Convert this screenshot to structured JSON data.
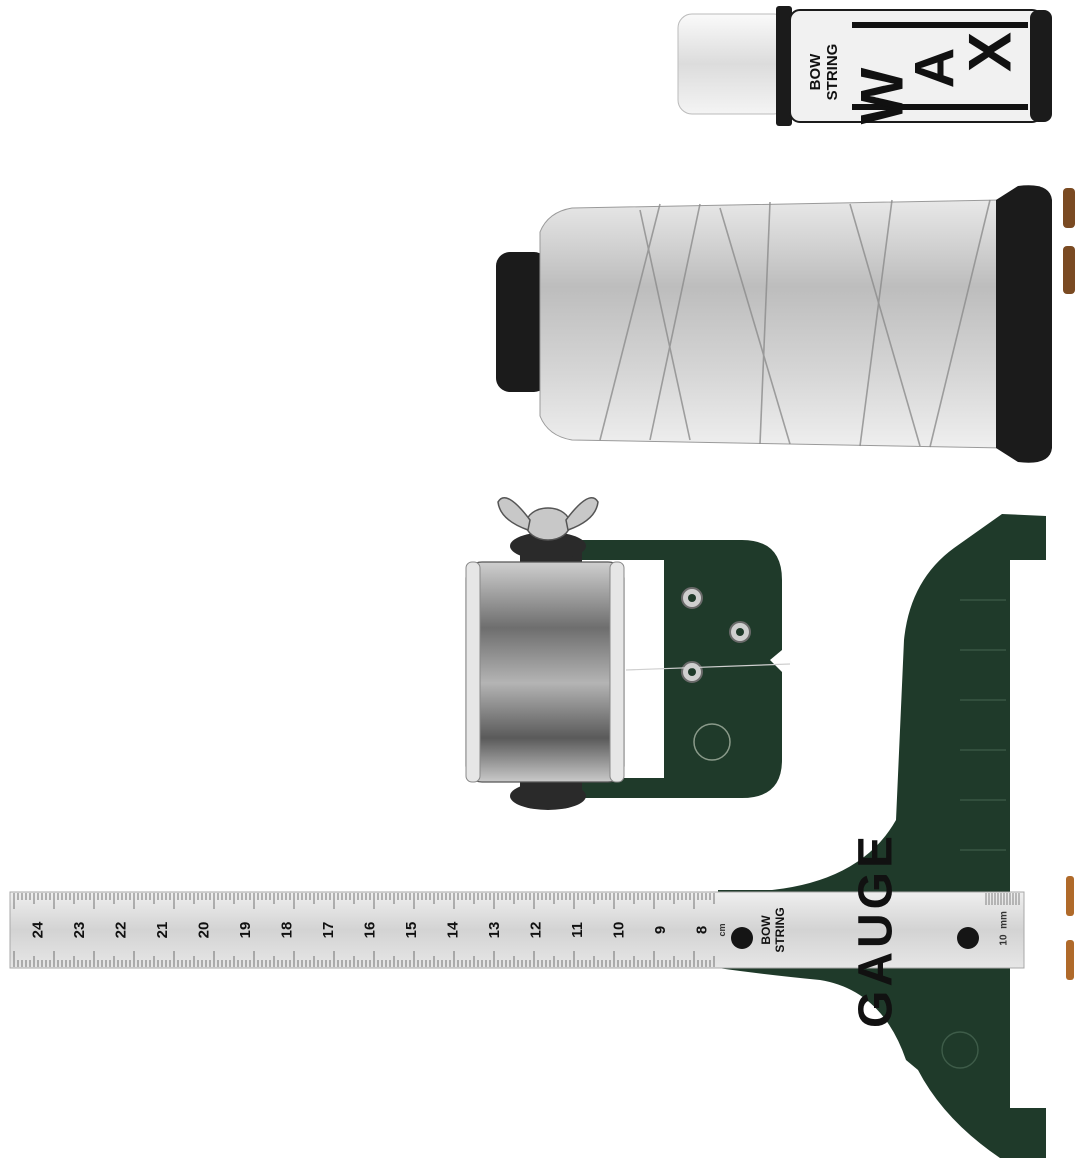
{
  "photo": {
    "colors": {
      "background": "#ffffff",
      "accessory_green": "#1f3a2a",
      "ruler_metal": "#d9d9d9",
      "spool_black": "#1b1b1b",
      "wax_label": "#f1f1f1"
    }
  },
  "wax_tube": {
    "brand_line1": "BOW",
    "brand_line2": "STRING",
    "word_letter1": "W",
    "word_letter2": "A",
    "word_letter3": "X"
  },
  "gauge": {
    "brand_line1": "BOW",
    "brand_line2": "STRING",
    "word": "GAUGE",
    "unit_cm": "cm",
    "unit_mm": "mm",
    "mm_value": "10",
    "ruler_numbers": [
      "24",
      "23",
      "22",
      "21",
      "20",
      "19",
      "18",
      "17",
      "16",
      "15",
      "14",
      "13",
      "12",
      "11",
      "10",
      "9",
      "8"
    ]
  }
}
